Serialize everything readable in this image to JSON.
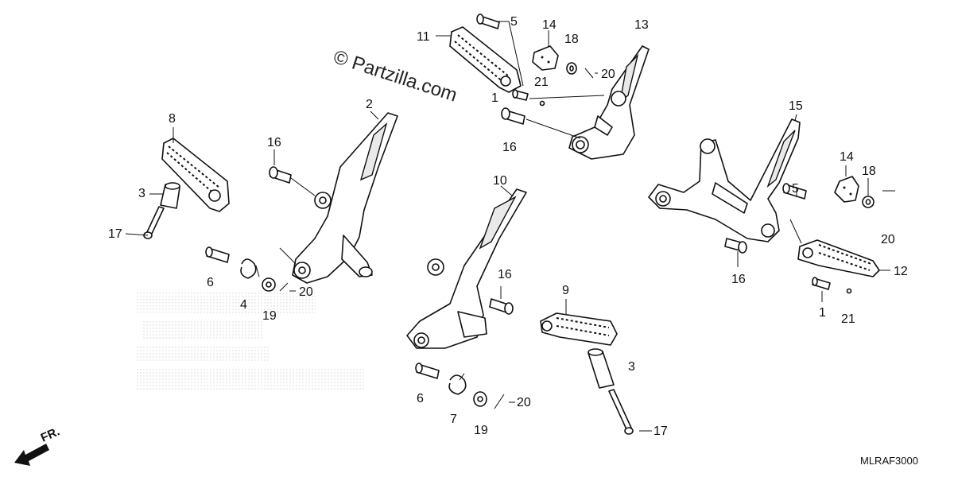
{
  "watermark": "© Partzilla.com",
  "diagram_code": "MLRAF3000",
  "direction_label": "FR.",
  "callouts": {
    "c11": "11",
    "c5a": "5",
    "c14a": "14",
    "c18a": "18",
    "c13": "13",
    "c21a": "21",
    "c20a": "20",
    "c1a": "1",
    "c16a": "16",
    "c8": "8",
    "c2": "2",
    "c16b": "16",
    "c3a": "3",
    "c17a": "17",
    "c6a": "6",
    "c4": "4",
    "c19a": "19",
    "c20b": "20",
    "c10": "10",
    "c16c": "16",
    "c9": "9",
    "c3b": "3",
    "c17b": "17",
    "c6b": "6",
    "c7": "7",
    "c19b": "19",
    "c20c": "20",
    "c15": "15",
    "c14b": "14",
    "c18b": "18",
    "c5b": "5",
    "c20d": "20",
    "c16d": "16",
    "c12": "12",
    "c1b": "1",
    "c21b": "21"
  }
}
